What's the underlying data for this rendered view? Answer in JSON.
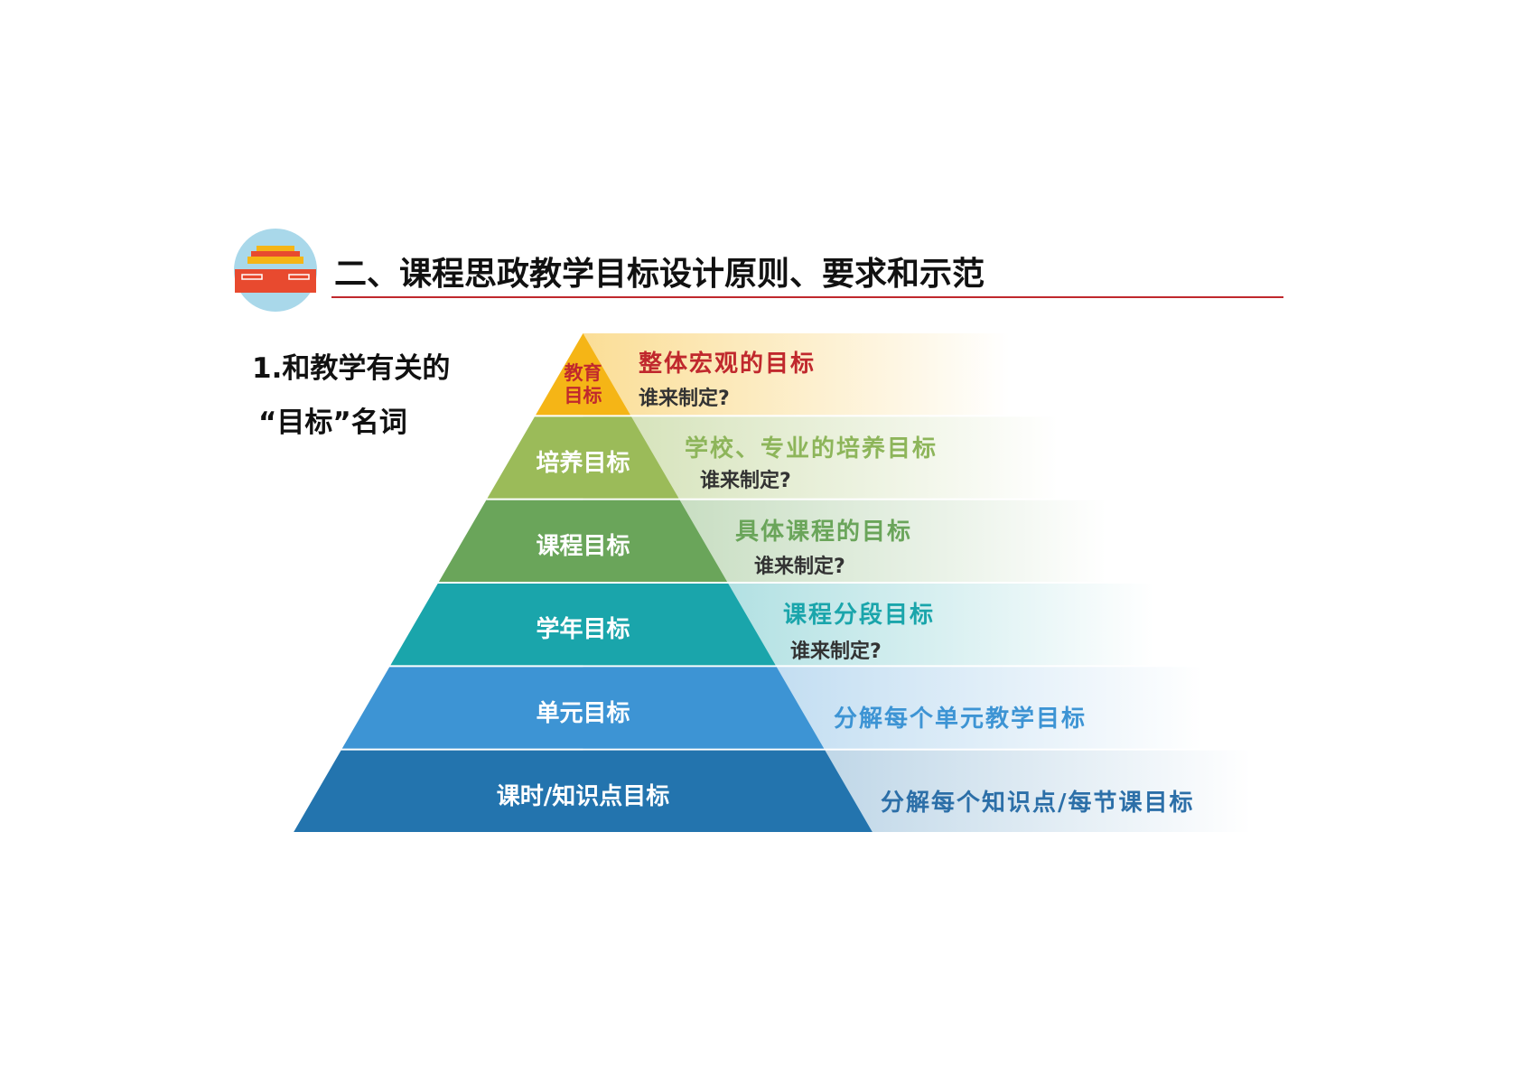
{
  "header": {
    "title": "二、课程思政教学目标设计原则、要求和示范"
  },
  "left": {
    "line1": "1.和教学有关的",
    "line2": "“目标”名词"
  },
  "layers": [
    {
      "label": "教育目标",
      "label_lines": [
        "教育",
        "目标"
      ],
      "desc": "整体宏观的目标",
      "question": "谁来制定?",
      "color": "#f5b516",
      "text_color": "#c0282d"
    },
    {
      "label": "培养目标",
      "desc": "学校、专业的培养目标",
      "question": "谁来制定?",
      "color": "#9bbb59",
      "text_color": "#8db55a"
    },
    {
      "label": "课程目标",
      "desc": "具体课程的目标",
      "question": "谁来制定?",
      "color": "#6aa55a",
      "text_color": "#6aa55a"
    },
    {
      "label": "学年目标",
      "desc": "课程分段目标",
      "question": "谁来制定?",
      "color": "#1aa5ab",
      "text_color": "#1aa5ab"
    },
    {
      "label": "单元目标",
      "desc": "分解每个单元教学目标",
      "color": "#3d94d4",
      "text_color": "#3d94d4"
    },
    {
      "label": "课时/知识点目标",
      "desc": "分解每个知识点/每节课目标",
      "color": "#2374ae",
      "text_color": "#2c6fa8"
    }
  ]
}
